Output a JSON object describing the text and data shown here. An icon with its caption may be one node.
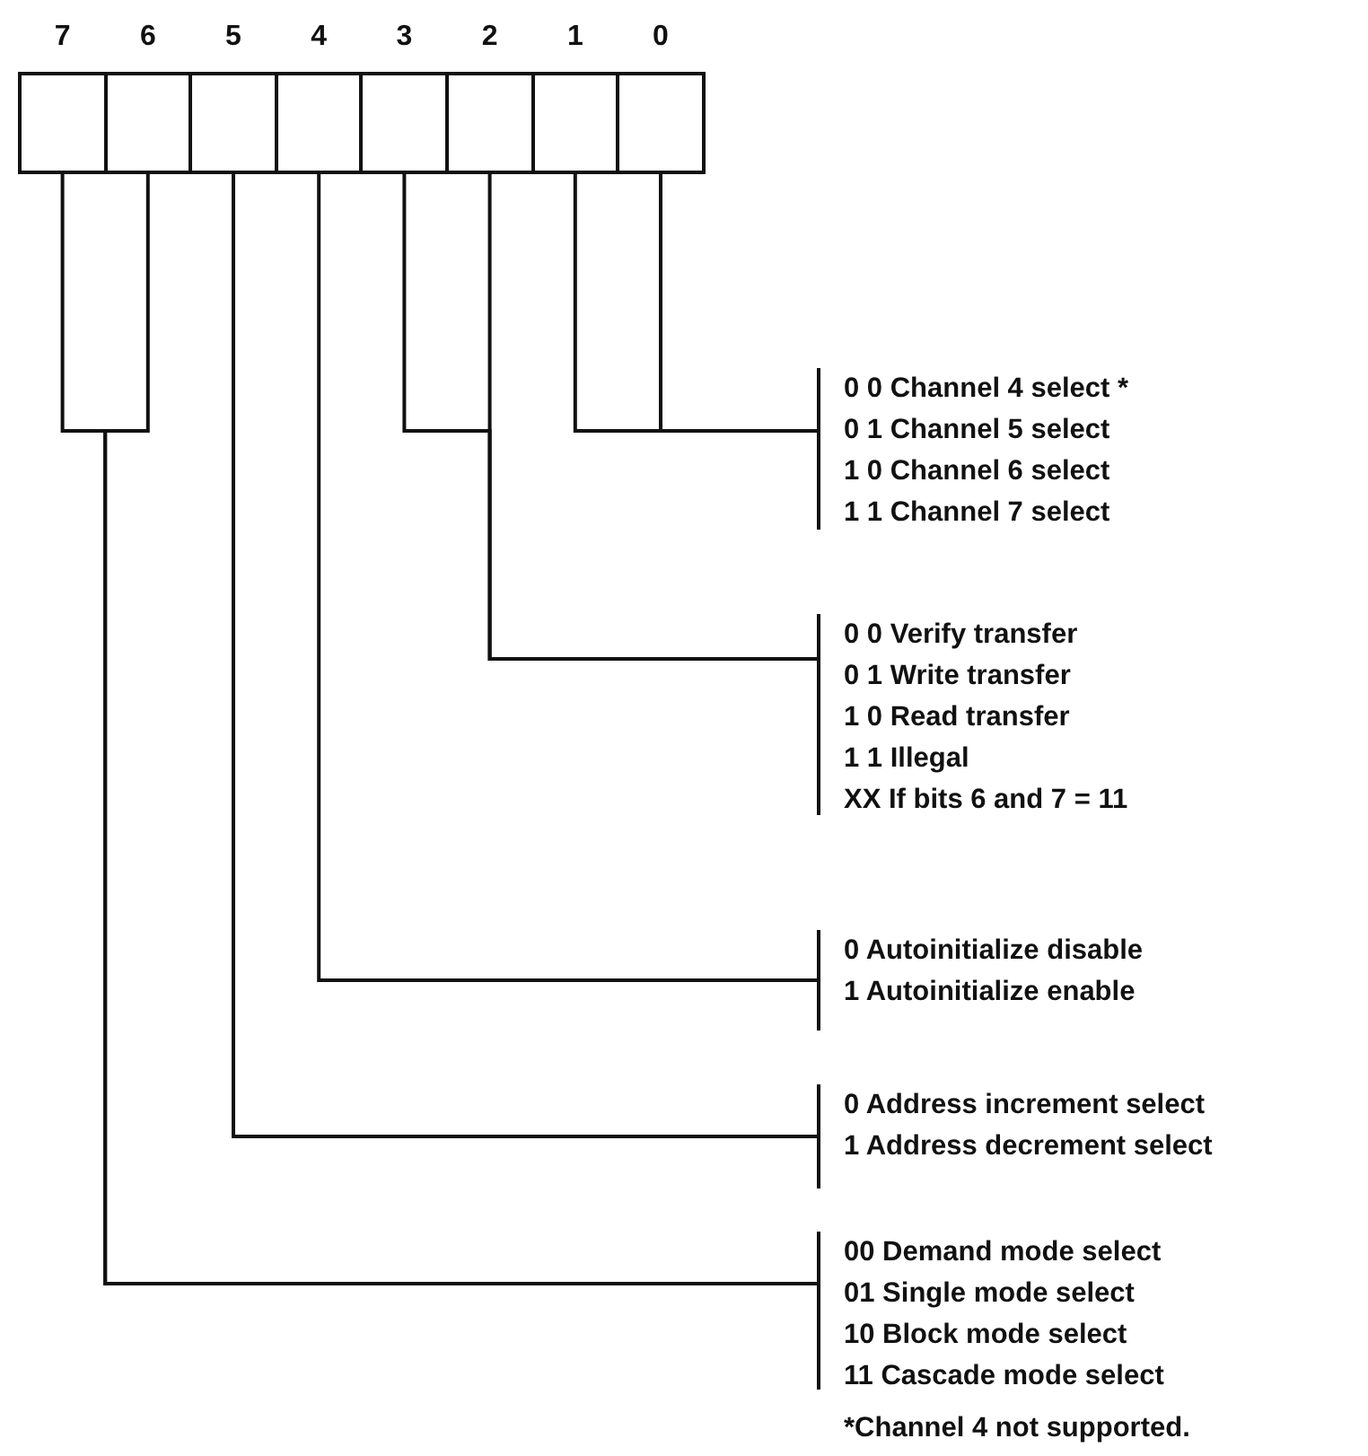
{
  "diagram": {
    "nodes": [
      {
        "text": [
          "7"
        ]
      },
      {
        "text": [
          "6"
        ]
      },
      {
        "text": [
          "5"
        ]
      },
      {
        "text": [
          "4"
        ]
      },
      {
        "text": [
          "3"
        ]
      },
      {
        "text": [
          "2"
        ]
      },
      {
        "text": [
          "1"
        ]
      },
      {
        "text": [
          "0"
        ]
      },
      {
        "text": [
          "0 0 Channel 4 select *",
          "0 1 Channel 5 select",
          "1 0 Channel 6 select",
          "1 1 Channel 7 select"
        ]
      },
      {
        "text": [
          "0 0 Verify transfer",
          "0 1 Write transfer",
          "1 0 Read transfer",
          "1 1 Illegal",
          "XX If bits 6 and 7 = 11"
        ]
      },
      {
        "text": [
          "0 Autoinitialize disable",
          "1 Autoinitialize enable"
        ]
      },
      {
        "text": [
          "0 Address increment select",
          "1 Address decrement select"
        ]
      },
      {
        "text": [
          "00 Demand mode select",
          "01 Single mode select",
          "10 Block mode select",
          "11 Cascade mode select"
        ]
      }
    ],
    "edges": [
      {
        "from": 6,
        "to": 8,
        "arrow": "none"
      },
      {
        "from": 7,
        "to": 8,
        "arrow": "none"
      },
      {
        "from": 4,
        "to": 9,
        "arrow": "none"
      },
      {
        "from": 5,
        "to": 9,
        "arrow": "none"
      },
      {
        "from": 3,
        "to": 10,
        "arrow": "none"
      },
      {
        "from": 2,
        "to": 11,
        "arrow": "none"
      },
      {
        "from": 0,
        "to": 12,
        "arrow": "none"
      },
      {
        "from": 1,
        "to": 12,
        "arrow": "none"
      }
    ],
    "labels": [
      "*Channel 4 not supported."
    ]
  }
}
